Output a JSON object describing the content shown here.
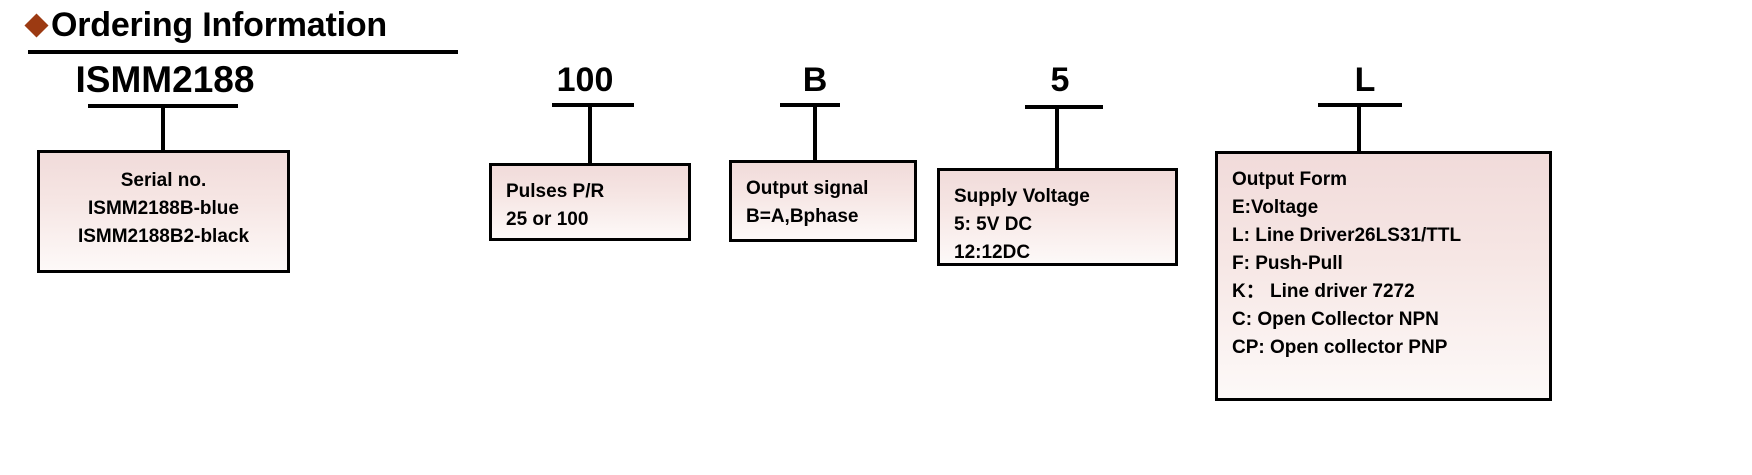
{
  "header": {
    "bullet_icon": "diamond-bullet-icon",
    "title": "Ordering Information",
    "accent_color": "#9C3A12",
    "rule_color": "#000000"
  },
  "style": {
    "box_border_color": "#000000",
    "box_fill_top": "#f1dbda",
    "box_fill_bottom": "#fdf9f8",
    "text_color": "#000000"
  },
  "part_number_segments": [
    {
      "code": "ISMM2188",
      "box_align": "center",
      "lines": [
        "Serial no.",
        "ISMM2188B-blue",
        "ISMM2188B2-black"
      ]
    },
    {
      "code": "100",
      "box_align": "left",
      "lines": [
        "Pulses P/R",
        "25 or 100"
      ]
    },
    {
      "code": "B",
      "box_align": "left",
      "lines": [
        "Output signal",
        "B=A,Bphase"
      ]
    },
    {
      "code": "5",
      "box_align": "left",
      "lines": [
        "Supply Voltage",
        "5: 5V DC",
        "12:12DC"
      ]
    },
    {
      "code": "L",
      "box_align": "left",
      "lines": [
        "Output Form",
        "E:Voltage",
        "L: Line Driver26LS31/TTL",
        "F: Push-Pull",
        "K：  Line driver 7272",
        "C: Open Collector NPN",
        "CP: Open collector PNP"
      ]
    }
  ]
}
